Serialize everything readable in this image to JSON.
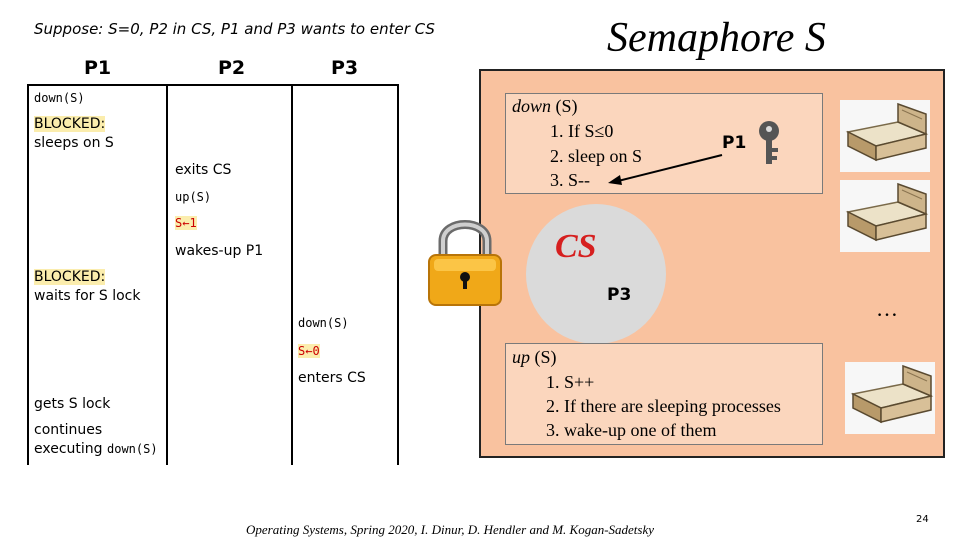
{
  "header": {
    "question": "Suppose: S=0, P2 in CS, P1 and P3 wants to enter CS",
    "title": "Semaphore S"
  },
  "columns": [
    "P1",
    "P2",
    "P3"
  ],
  "p1": {
    "down": "down(S)",
    "blocked1": "BLOCKED:",
    "sleeps": "sleeps on S",
    "blocked2": "BLOCKED:",
    "waits": "waits for S lock",
    "gets": "gets S lock",
    "continues": "continues",
    "executing": "executing ",
    "executing_code": "down(S)"
  },
  "p2": {
    "exits": "exits CS",
    "up": "up(S)",
    "s_inc": "S←1",
    "wakes": "wakes-up P1"
  },
  "p3": {
    "down": "down(S)",
    "s_dec": "S←0",
    "enters": "enters CS"
  },
  "down_box": {
    "title_word": "down",
    "title_arg": " (S)",
    "line1": "1. If S≤0",
    "line2": "2.      sleep on S",
    "line3": "3. S--",
    "p1_label": "P1"
  },
  "cs": {
    "label": "CS",
    "p3_label": "P3"
  },
  "up_box": {
    "title_word": "up",
    "title_arg": " (S)",
    "line1": "1. S++",
    "line2": "2. If there are sleeping processes",
    "line3": "3. wake-up one of them"
  },
  "ellipsis": "…",
  "footer": "Operating Systems, Spring 2020, I. Dinur, D. Hendler and M. Kogan-Sadetsky",
  "page_number": "24",
  "icons": [
    "padlock-icon",
    "key-icon",
    "bed-icon"
  ]
}
